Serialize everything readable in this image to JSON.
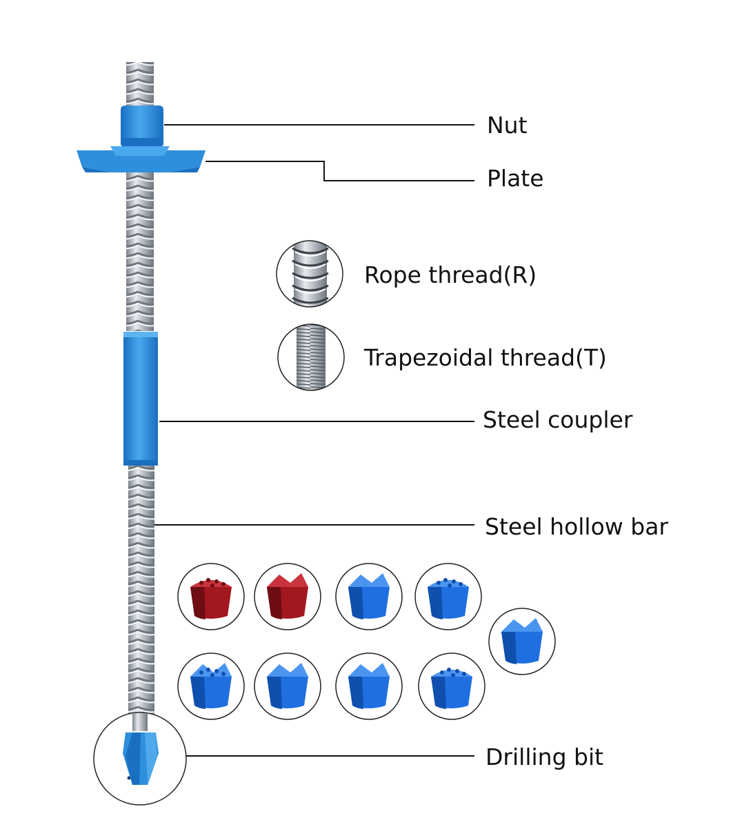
{
  "labels": {
    "nut": "Nut",
    "plate": "Plate",
    "rope_thread": "Rope thread(R)",
    "trapezoidal_thread": "Trapezoidal thread(T)",
    "steel_coupler": "Steel coupler",
    "steel_hollow_bar": "Steel hollow bar",
    "drilling_bit": "Drilling bit"
  },
  "colors": {
    "component_blue": "#2e8fdc",
    "component_blue_dark": "#1a6fc0",
    "bit_blue": "#1f6fe0",
    "bit_red": "#a3171f",
    "steel": "#b8bdc4",
    "steel_dark": "#7d848c",
    "leader_line": "#111111"
  },
  "bit_thumbnails": [
    {
      "color": "red",
      "style": "button"
    },
    {
      "color": "red",
      "style": "cross"
    },
    {
      "color": "blue",
      "style": "wing"
    },
    {
      "color": "blue",
      "style": "button"
    },
    {
      "color": "blue",
      "style": "cross"
    },
    {
      "color": "blue",
      "style": "button-cross"
    },
    {
      "color": "blue",
      "style": "cross"
    },
    {
      "color": "blue",
      "style": "wing"
    },
    {
      "color": "blue",
      "style": "button"
    }
  ]
}
